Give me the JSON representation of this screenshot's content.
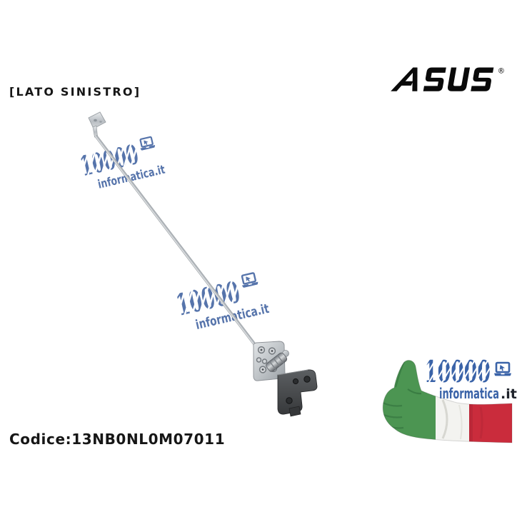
{
  "photo": {
    "side_label": "[LATO SINISTRO]",
    "product_code": "Codice:13NB0NL0M07011"
  },
  "brand": {
    "name": "ASUS",
    "registered_mark": "®"
  },
  "watermark": {
    "number": "10000",
    "domain": "informatica.it"
  },
  "seller_badge": {
    "number": "10000",
    "domain_name": "informatica",
    "domain_tld": ".it"
  },
  "colors": {
    "watermark_blue": "#4a6aa5",
    "badge_blue": "#3a63a8",
    "flag_green": "#4c9552",
    "flag_white": "#f3f3f0",
    "flag_red": "#ca2c3c",
    "text_black": "#161616",
    "asus_black": "#0a0a0a"
  }
}
